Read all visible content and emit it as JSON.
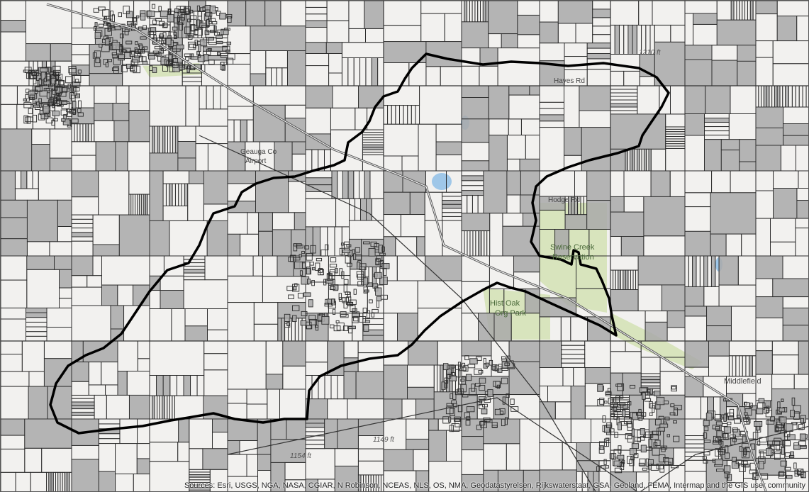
{
  "map": {
    "labels": {
      "swine_creek_l1": "Swine Creek",
      "swine_creek_l2": "Reservation",
      "park_l1": "Hist Oak",
      "park_l2": "Org Park",
      "road_top": "Hayes Rd",
      "road_mid": "Hodge Rd",
      "airport_l1": "Geauga Co",
      "airport_l2": "Airport",
      "town": "Middlefield",
      "elev1": "1149 ft",
      "elev2": "1210 ft",
      "elev3": "1154 ft"
    },
    "attribution": "Sources: Esri, USGS, NGA, NASA, CGIAR, N Robinson, NCEAS, NLS, OS, NMA, Geodatastyrelsen, Rijkswaterstaat, GSA, Geoland, FEMA, Intermap and the GIS user community",
    "colors": {
      "background": "#f2f1ef",
      "parcel_fill": "#a9a9a9",
      "parcel_stroke": "#2b2b2b",
      "park": "#d8e4bd",
      "water": "#9fc7e8",
      "watershed_boundary": "#000000"
    }
  }
}
